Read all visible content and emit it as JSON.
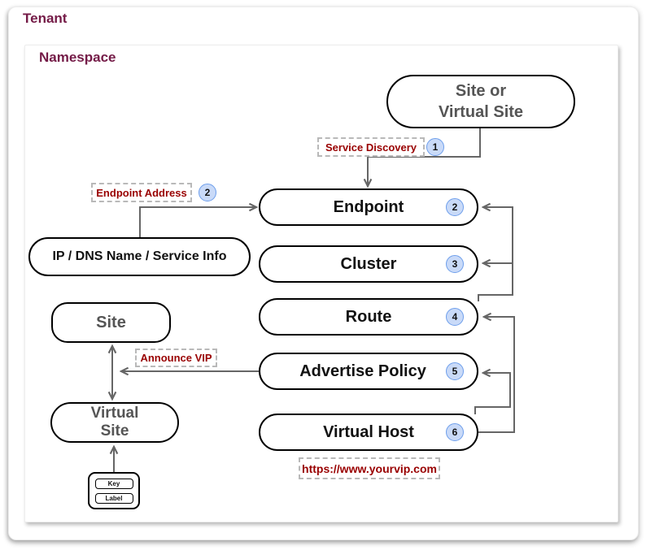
{
  "tenant": {
    "label": "Tenant"
  },
  "namespace": {
    "label": "Namespace"
  },
  "nodes": {
    "site_or_virtual_site": {
      "line1": "Site or",
      "line2": "Virtual Site"
    },
    "endpoint": {
      "label": "Endpoint",
      "badge": "2"
    },
    "cluster": {
      "label": "Cluster",
      "badge": "3"
    },
    "route": {
      "label": "Route",
      "badge": "4"
    },
    "advertise_policy": {
      "label": "Advertise Policy",
      "badge": "5"
    },
    "virtual_host": {
      "label": "Virtual Host",
      "badge": "6"
    },
    "ip_dns": {
      "label": "IP / DNS Name / Service Info"
    },
    "site": {
      "label": "Site"
    },
    "virtual_site": {
      "line1": "Virtual",
      "line2": "Site"
    }
  },
  "edge_labels": {
    "service_discovery": {
      "label": "Service Discovery",
      "badge": "1"
    },
    "endpoint_address": {
      "label": "Endpoint Address",
      "badge": "2"
    },
    "announce_vip": {
      "label": "Announce VIP"
    },
    "vip_url": {
      "label": "https://www.yourvip.com"
    }
  },
  "legend": {
    "key": "Key",
    "label": "Label"
  },
  "connections": [
    {
      "from": "site-or-virtual-site",
      "to": "endpoint",
      "label": "Service Discovery"
    },
    {
      "from": "ip-dns-name-service-info",
      "to": "endpoint",
      "label": "Endpoint Address"
    },
    {
      "from": "cluster",
      "to": "endpoint",
      "label": ""
    },
    {
      "from": "route",
      "to": "cluster",
      "label": ""
    },
    {
      "from": "virtual-host",
      "to": "route",
      "label": ""
    },
    {
      "from": "virtual-host",
      "to": "advertise-policy",
      "label": ""
    },
    {
      "from": "advertise-policy",
      "to": "site-virtual-site",
      "label": "Announce VIP"
    },
    {
      "from": "site",
      "to": "virtual-site",
      "label": "bidirectional"
    },
    {
      "from": "key-label-legend",
      "to": "virtual-site",
      "label": ""
    }
  ],
  "colors": {
    "heading": "#741b47",
    "edge_label_text": "#990000",
    "badge_fill": "#c9daf8",
    "badge_border": "#6d9eeb",
    "node_border": "#000000",
    "muted_node_text": "#555555",
    "wire": "#666666"
  }
}
